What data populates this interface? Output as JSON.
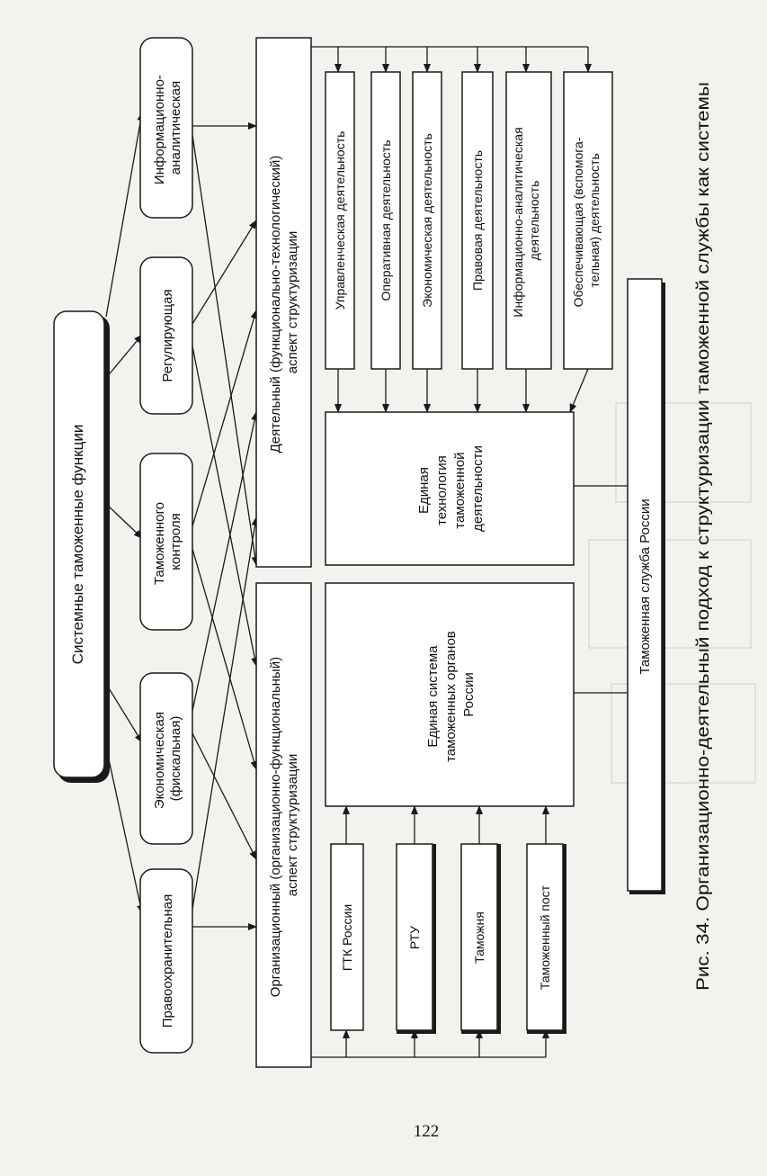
{
  "functions": {
    "root": "Системные таможенные функции",
    "items": [
      {
        "lines": [
          "Информационно-",
          "аналитическая"
        ]
      },
      {
        "lines": [
          "Регулирующая"
        ]
      },
      {
        "lines": [
          "Таможенного",
          "контроля"
        ]
      },
      {
        "lines": [
          "Экономическая",
          "(фискальная)"
        ]
      },
      {
        "lines": [
          "Правоохранительная"
        ]
      }
    ]
  },
  "aspects": {
    "activity": {
      "lines": [
        "Деятельный (функционально-технологический)",
        "аспект структуризации"
      ]
    },
    "organizational": {
      "lines": [
        "Организационный (организационно-функциональный)",
        "аспект структуризации"
      ]
    }
  },
  "activities": [
    {
      "lines": [
        "Управленческая деятельность"
      ]
    },
    {
      "lines": [
        "Оперативная деятельность"
      ]
    },
    {
      "lines": [
        "Экономическая деятельность"
      ]
    },
    {
      "lines": [
        "Правовая деятельность"
      ]
    },
    {
      "lines": [
        "Информационно-аналитическая",
        "деятельность"
      ]
    },
    {
      "lines": [
        "Обеспечивающая (вспомога-",
        "тельная) деятельность"
      ]
    }
  ],
  "unified_technology": {
    "lines": [
      "Единая",
      "технология",
      "таможенной",
      "деятельности"
    ]
  },
  "unified_system": {
    "lines": [
      "Единая система",
      "таможенных органов",
      "России"
    ]
  },
  "bodies": [
    {
      "label": "ГТК России"
    },
    {
      "label": "РТУ"
    },
    {
      "label": "Таможня"
    },
    {
      "label": "Таможенный пост"
    }
  ],
  "customs_service": "Таможенная служба России",
  "caption": "Рис. 34. Организационно-деятельный подход к структуризации таможенной службы как системы",
  "page_number": "122"
}
